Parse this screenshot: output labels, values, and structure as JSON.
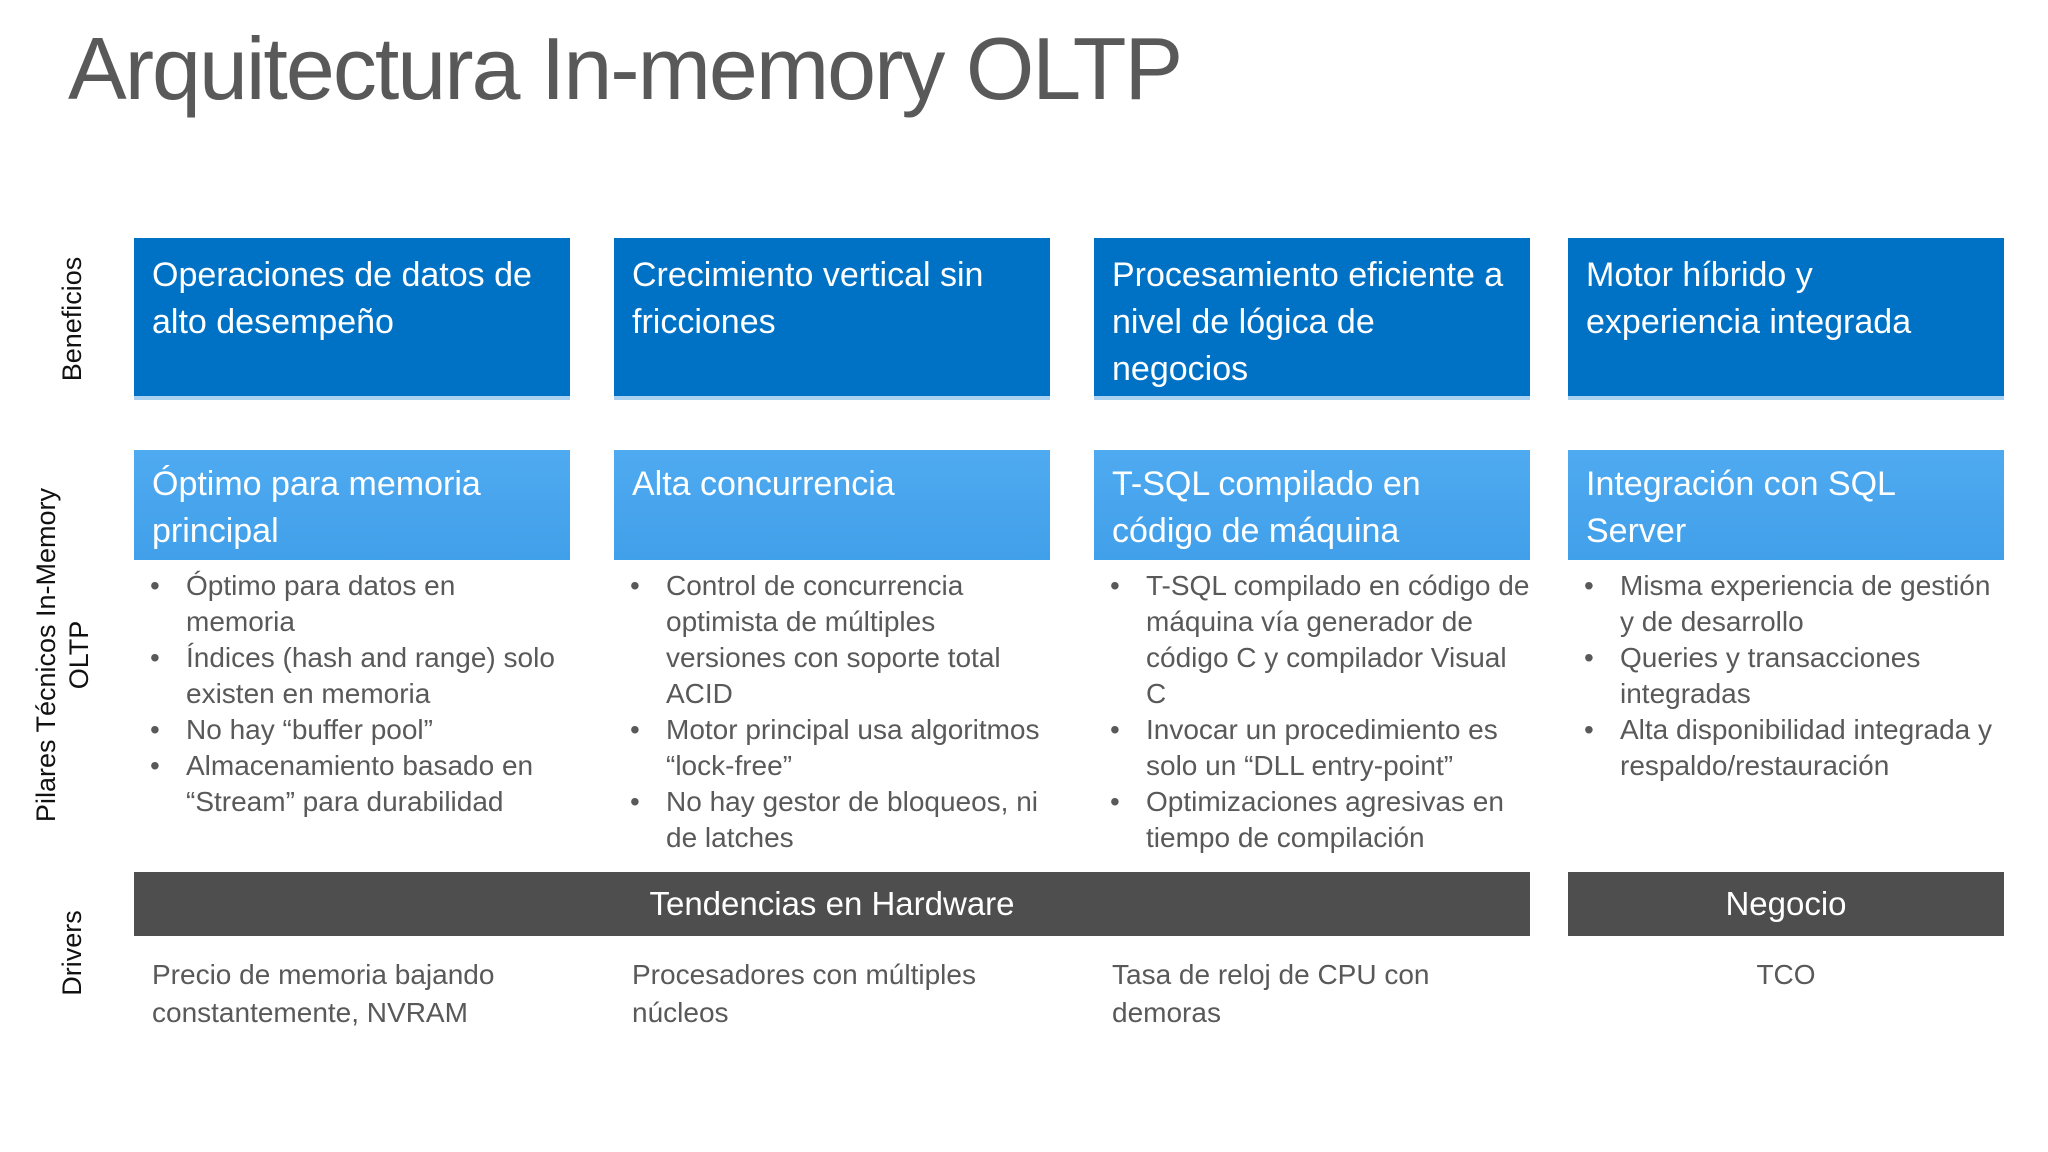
{
  "title": "Arquitectura In-memory OLTP",
  "row_labels": {
    "beneficios": "Beneficios",
    "pilares_line1": "Pilares Técnicos In-Memory",
    "pilares_line2": "OLTP",
    "drivers": "Drivers"
  },
  "colors": {
    "benefit_blue": "#0072C6",
    "pillar_blue": "#45A4EE",
    "bar_gray": "#4E4E4E",
    "body_text_gray": "#595959",
    "title_gray": "#595959"
  },
  "columns": [
    {
      "benefit": "Operaciones de datos de alto desempeño",
      "pillar": "Óptimo para memoria principal",
      "bullets": [
        "Óptimo para datos en memoria",
        "Índices (hash and range) solo existen en memoria",
        "No hay “buffer pool”",
        "Almacenamiento basado en “Stream” para durabilidad"
      ],
      "driver": "Precio de memoria bajando constantemente, NVRAM"
    },
    {
      "benefit": "Crecimiento vertical sin fricciones",
      "pillar": "Alta concurrencia",
      "bullets": [
        "Control de concurrencia optimista de múltiples versiones con soporte total ACID",
        "Motor principal usa algoritmos “lock-free”",
        "No hay gestor de bloqueos, ni de latches"
      ],
      "driver": "Procesadores con múltiples núcleos"
    },
    {
      "benefit": "Procesamiento eficiente a nivel de lógica de negocios",
      "pillar": "T-SQL compilado en código de máquina",
      "bullets": [
        "T-SQL compilado en código de máquina vía generador de código C y compilador Visual C",
        "Invocar un procedimiento es solo un “DLL entry-point”",
        "Optimizaciones agresivas en tiempo de compilación"
      ],
      "driver": "Tasa de reloj de CPU con demoras"
    },
    {
      "benefit": "Motor híbrido y experiencia integrada",
      "pillar": "Integración con SQL Server",
      "bullets": [
        "Misma experiencia de gestión y de desarrollo",
        "Queries y transacciones integradas",
        "Alta disponibilidad integrada y respaldo/restauración"
      ],
      "driver": "TCO"
    }
  ],
  "bars": {
    "hardware": "Tendencias en Hardware",
    "negocio": "Negocio"
  }
}
